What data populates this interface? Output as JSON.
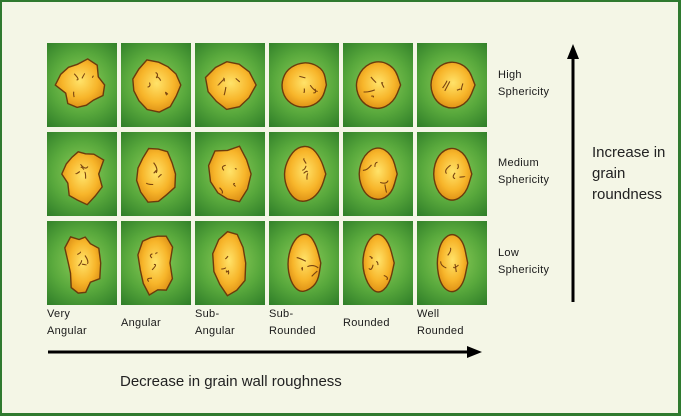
{
  "columns": [
    "Very\nAngular",
    "Angular",
    "Sub-\nAngular",
    "Sub-\nRounded",
    "Rounded",
    "Well\nRounded"
  ],
  "rows": [
    "High\nSphericity",
    "Medium\nSphericity",
    "Low\nSphericity"
  ],
  "y_axis": {
    "label": "Increase in\ngrain\nroundness"
  },
  "x_axis": {
    "label": "Decrease in grain wall roughness"
  }
}
